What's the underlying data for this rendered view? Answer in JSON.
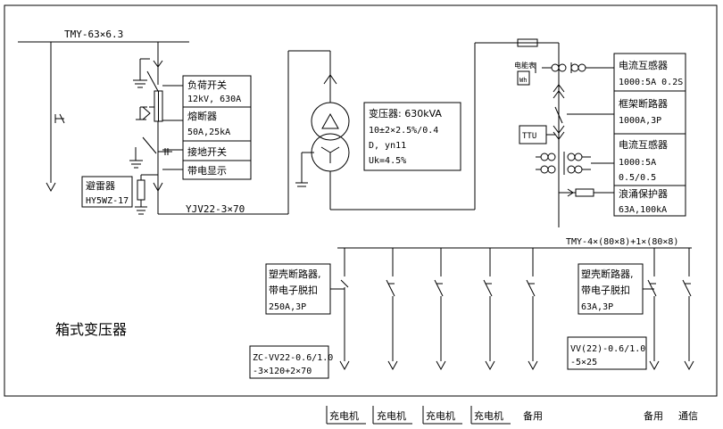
{
  "labels": {
    "busbar_hv": "TMY-63×6.3",
    "load_switch_1": "负荷开关",
    "load_switch_2": "12kV, 630A",
    "fuse_1": "熔断器",
    "fuse_2": "50A,25kA",
    "earth_switch": "接地开关",
    "live_display": "带电显示",
    "arrester_1": "避雷器",
    "arrester_2": "HY5WZ-17",
    "hv_cable": "YJV22-3×70",
    "transformer_1": "变压器: 630kVA",
    "transformer_2": "10±2×2.5%/0.4",
    "transformer_3": "D, yn11",
    "transformer_4": "Uk=4.5%",
    "meter": "电能表",
    "meter_box": "Wh",
    "ttu": "TTU",
    "ct1_1": "电流互感器",
    "ct1_2": "1000:5A 0.2S",
    "acb_1": "框架断路器",
    "acb_2": "1000A,3P",
    "ct2_1": "电流互感器",
    "ct2_2": "1000:5A",
    "ct2_3": "0.5/0.5",
    "spd_1": "浪涌保护器",
    "spd_2": "63A,100kA",
    "lv_busbar": "TMY-4×(80×8)+1×(80×8)",
    "mccb1_1": "塑壳断路器,",
    "mccb1_2": "带电子脱扣",
    "mccb1_3": "250A,3P",
    "mccb2_1": "塑壳断路器,",
    "mccb2_2": "带电子脱扣",
    "mccb2_3": "63A,3P",
    "title": "箱式变压器",
    "cable1_1": "ZC-VV22-0.6/1.0",
    "cable1_2": "-3×120+2×70",
    "cable2_1": "VV(22)-0.6/1.0",
    "cable2_2": "-5×25"
  },
  "outgoing": [
    "充电机",
    "充电机",
    "充电机",
    "充电机",
    "备用",
    "备用",
    "通信"
  ]
}
